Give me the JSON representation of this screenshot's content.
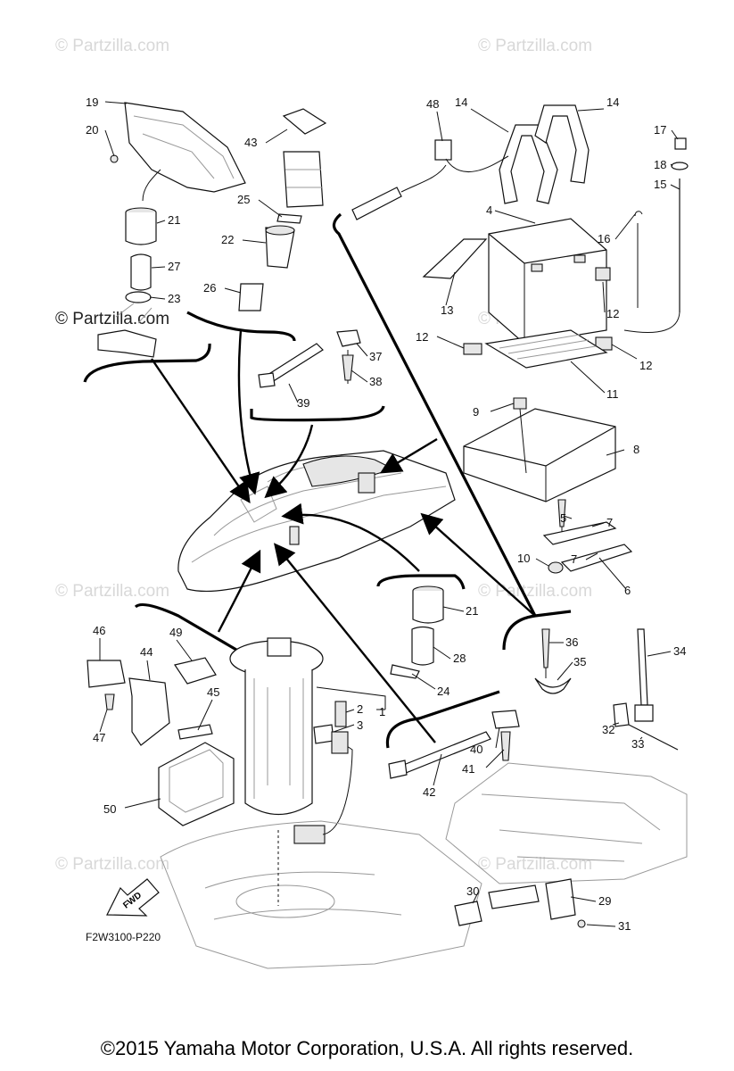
{
  "watermark": "© Partzilla.com",
  "drawing_code": "F2W3100-P220",
  "fwd_label": "FWD",
  "copyright": "©2015 Yamaha Motor Corporation, U.S.A. All rights reserved.",
  "callouts": [
    "19",
    "20",
    "43",
    "25",
    "21",
    "22",
    "27",
    "26",
    "23",
    "48",
    "14",
    "14",
    "4",
    "17",
    "18",
    "15",
    "16",
    "13",
    "12",
    "12",
    "12",
    "11",
    "37",
    "38",
    "39",
    "9",
    "8",
    "5",
    "7",
    "10",
    "7",
    "6",
    "46",
    "49",
    "44",
    "45",
    "47",
    "50",
    "21",
    "28",
    "24",
    "2",
    "1",
    "3",
    "36",
    "34",
    "35",
    "32",
    "33",
    "40",
    "41",
    "42",
    "29",
    "30",
    "31"
  ]
}
